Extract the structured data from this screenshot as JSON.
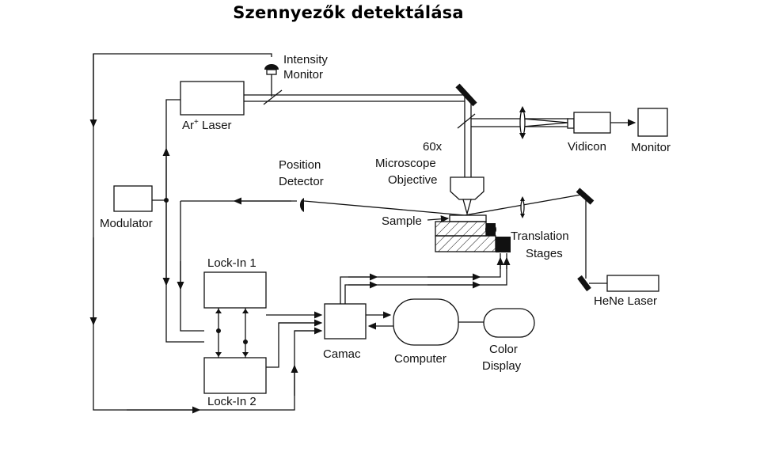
{
  "title": "Szennyezők detektálása",
  "labels": {
    "intensity_monitor_1": "Intensity",
    "intensity_monitor_2": "Monitor",
    "ar_laser": "Ar",
    "ar_laser_sup": "+",
    "ar_laser_tail": " Laser",
    "vidicon": "Vidicon",
    "monitor": "Monitor",
    "objective_1": "60x",
    "objective_2": "Microscope",
    "objective_3": "Objective",
    "position_detector_1": "Position",
    "position_detector_2": "Detector",
    "modulator": "Modulator",
    "sample": "Sample",
    "translation_1": "Translation",
    "translation_2": "Stages",
    "lockin_1": "Lock-In 1",
    "lockin_2": "Lock-In 2",
    "camac": "Camac",
    "computer": "Computer",
    "color_display_1": "Color",
    "color_display_2": "Display",
    "hene_laser": "HeNe Laser"
  }
}
